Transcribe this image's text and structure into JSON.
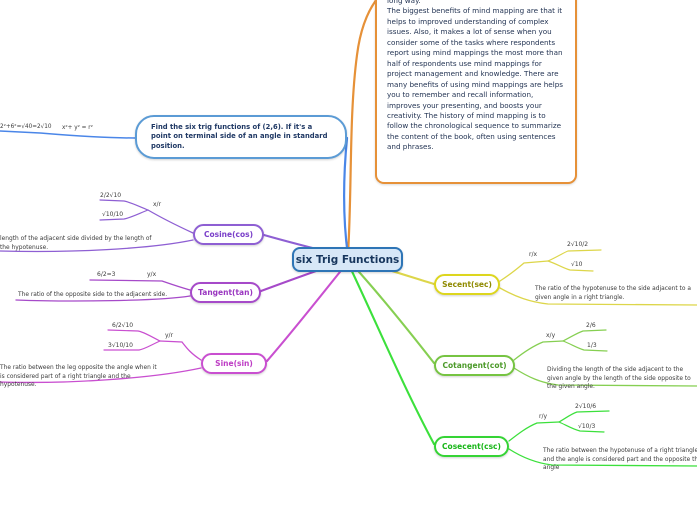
{
  "center": {
    "label": "six Trig Functions"
  },
  "note": {
    "text": "long way.\n The biggest benefits of mind mapping are that it helps to improved understanding of complex issues. Also, it makes a lot of sense when you consider some of the tasks where respondents report using mind mappings the most more than half of respondents use mind mappings for project management and knowledge. There are many benefits of using mind mappings are helps you to remember and recall information, improves your presenting, and boosts your creativity. The history of mind mapping is to follow the chronological sequence to summarize the content of the book, often using sentences and phrases."
  },
  "problem": {
    "label": "Find the six trig functions of (2,6). If it's a point on terminal side of an angle in standard position.",
    "work": "2²+6²=√40=2√10",
    "formula": "x²+ y² = r²"
  },
  "cosine": {
    "label": "Cosine(cos)",
    "formula": "x/r",
    "work1": "2/2√10",
    "work2": "√10/10",
    "desc": "length of the adjacent side divided by the length of the hypotenuse."
  },
  "tangent": {
    "label": "Tangent(tan)",
    "formula": "y/x",
    "work1": "6/2=3",
    "desc": "The ratio of the opposite side to the adjacent side."
  },
  "sine": {
    "label": "Sine(sin)",
    "formula": "y/r",
    "work1": "6/2√10",
    "work2": "3√10/10",
    "desc": "The ratio between the leg opposite the angle when it is considered part of a right triangle and the hypotenuse."
  },
  "secant": {
    "label": "Secent(sec)",
    "formula": "r/x",
    "work1": "2√10/2",
    "work2": "√10",
    "desc": "The ratio of the hypotenuse to the side adjacent to a given angle in a right triangle."
  },
  "cotangent": {
    "label": "Cotangent(cot)",
    "formula": "x/y",
    "work1": "2/6",
    "work2": "1/3",
    "desc": "Dividing the length of the side adjacent to the given angle by the length of the side opposite to the given angle."
  },
  "cosecant": {
    "label": "Cosecent(csc)",
    "formula": "r/y",
    "work1": "2√10/6",
    "work2": "√10/3",
    "desc": "The ratio between the hypotenuse of a right triangle and the angle is considered part and the opposite the angle"
  },
  "colors": {
    "blue": "#4a86e8",
    "orange": "#e69138",
    "cosine": "#8e5fd3",
    "tangent": "#a64ac9",
    "sine": "#c94fd0",
    "secant": "#ddd64a",
    "cotangent": "#86cf52",
    "cosecant": "#3ce03c"
  }
}
